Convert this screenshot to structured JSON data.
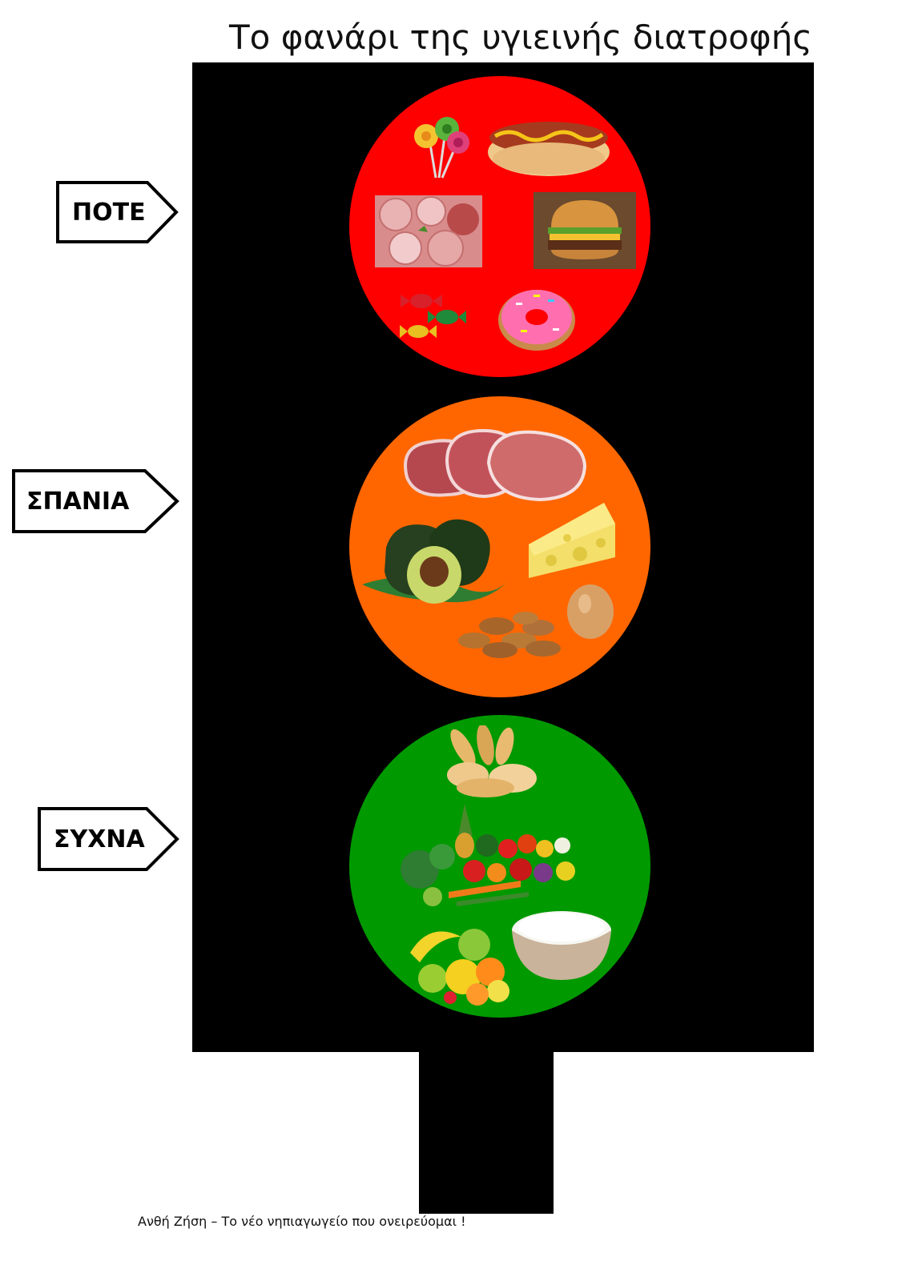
{
  "title": "Το φανάρι της υγιεινής διατροφής",
  "colors": {
    "red": "#ff0000",
    "orange": "#ff6600",
    "green": "#009900",
    "board": "#000000"
  },
  "labels": {
    "never": "ΠΟΤΕ",
    "rarely": "ΣΠΑΝΙΑ",
    "often": "ΣΥΧΝΑ"
  },
  "lights": {
    "red": {
      "foods": [
        "lollipops-icon",
        "hot-dog-icon",
        "cold-cuts-icon",
        "burger-icon",
        "candies-icon",
        "donut-icon"
      ]
    },
    "orange": {
      "foods": [
        "meat-icon",
        "avocado-icon",
        "cheese-icon",
        "egg-icon",
        "almonds-icon"
      ]
    },
    "green": {
      "foods": [
        "bread-icon",
        "vegetables-icon",
        "fruits-icon",
        "rice-bowl-icon"
      ]
    }
  },
  "credit": "Ανθή  Ζήση – Το νέο νηπιαγωγείο που ονειρεύομαι !"
}
